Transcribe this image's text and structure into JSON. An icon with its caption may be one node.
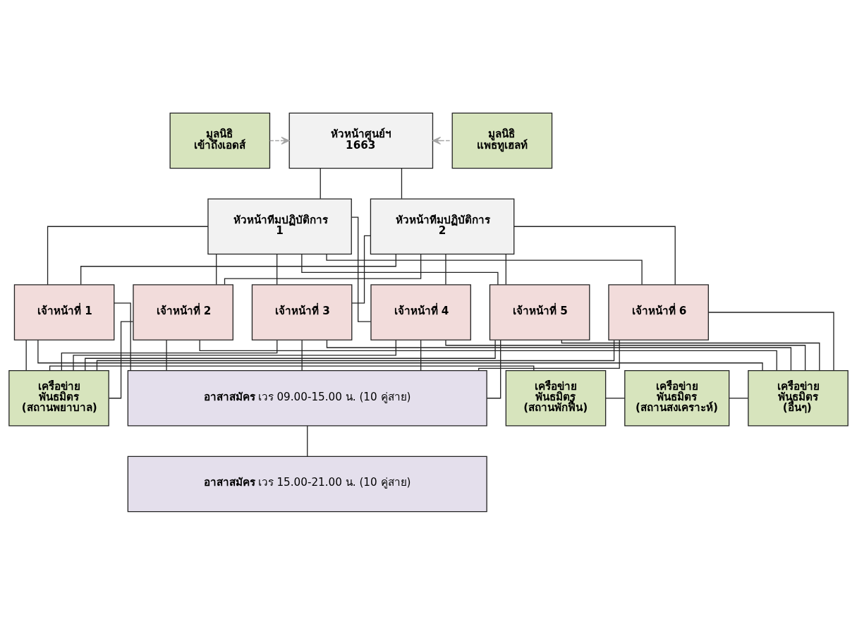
{
  "diagram": {
    "nodes": [
      {
        "text": [
          "มูลนิธิ เข้าถึงเอดส์"
        ]
      },
      {
        "text": [
          "หัวหน้าศูนย์ฯ 1663"
        ]
      },
      {
        "text": [
          "มูลนิธิ แพธทูเฮลท์"
        ]
      },
      {
        "text": [
          "หัวหน้าทีมปฏิบัติการ 1"
        ]
      },
      {
        "text": [
          "หัวหน้าทีมปฏิบัติการ 2"
        ]
      },
      {
        "text": [
          "เจ้าหน้าที่ 1"
        ]
      },
      {
        "text": [
          "เจ้าหน้าที่ 2"
        ]
      },
      {
        "text": [
          "เจ้าหน้าที่ 3"
        ]
      },
      {
        "text": [
          "เจ้าหน้าที่ 4"
        ]
      },
      {
        "text": [
          "เจ้าหน้าที่ 5"
        ]
      },
      {
        "text": [
          "เจ้าหน้าที่ 6"
        ]
      },
      {
        "text": [
          "**อาสาสมัคร** เวร 09.00-15.00 น. (10 คู่สาย)"
        ]
      },
      {
        "text": [
          "**อาสาสมัคร** เวร 15.00-21.00 น. (10 คู่สาย)"
        ]
      },
      {
        "text": [
          "เครือข่าย พันธมิตร (สถานพยาบาล)"
        ]
      },
      {
        "text": [
          "เครือข่าย พันธมิตร (สถานพักฟื้น)"
        ]
      },
      {
        "text": [
          "เครือข่าย พันธมิตร (สถานสงเคราะห์)"
        ]
      },
      {
        "text": [
          "เครือข่าย พันธมิตร (อื่นๆ)"
        ]
      }
    ],
    "edges": [
      {
        "from": 0,
        "to": 1,
        "arrow": "to",
        "style": "dashed",
        "color": "#a6a6a6"
      },
      {
        "from": 2,
        "to": 1,
        "arrow": "to",
        "style": "dashed",
        "color": "#a6a6a6"
      },
      {
        "from": 1,
        "to": 3,
        "arrow": "none"
      },
      {
        "from": 1,
        "to": 4,
        "arrow": "none"
      },
      {
        "from": 3,
        "to": 5,
        "arrow": "none"
      },
      {
        "from": 3,
        "to": 6,
        "arrow": "none"
      },
      {
        "from": 3,
        "to": 7,
        "arrow": "none"
      },
      {
        "from": 3,
        "to": 8,
        "arrow": "none"
      },
      {
        "from": 3,
        "to": 9,
        "arrow": "none"
      },
      {
        "from": 3,
        "to": 10,
        "arrow": "none"
      },
      {
        "from": 4,
        "to": 5,
        "arrow": "none"
      },
      {
        "from": 4,
        "to": 6,
        "arrow": "none"
      },
      {
        "from": 4,
        "to": 7,
        "arrow": "none"
      },
      {
        "from": 4,
        "to": 8,
        "arrow": "none"
      },
      {
        "from": 4,
        "to": 9,
        "arrow": "none"
      },
      {
        "from": 4,
        "to": 10,
        "arrow": "none"
      },
      {
        "from": 5,
        "to": 11,
        "arrow": "none"
      },
      {
        "from": 6,
        "to": 11,
        "arrow": "none"
      },
      {
        "from": 7,
        "to": 11,
        "arrow": "none"
      },
      {
        "from": 8,
        "to": 11,
        "arrow": "none"
      },
      {
        "from": 9,
        "to": 11,
        "arrow": "none"
      },
      {
        "from": 10,
        "to": 11,
        "arrow": "none"
      },
      {
        "from": 5,
        "to": 13,
        "arrow": "none"
      },
      {
        "from": 6,
        "to": 13,
        "arrow": "none"
      },
      {
        "from": 7,
        "to": 13,
        "arrow": "none"
      },
      {
        "from": 8,
        "to": 13,
        "arrow": "none"
      },
      {
        "from": 9,
        "to": 13,
        "arrow": "none"
      },
      {
        "from": 10,
        "to": 13,
        "arrow": "none"
      },
      {
        "from": 5,
        "to": 16,
        "arrow": "none"
      },
      {
        "from": 6,
        "to": 16,
        "arrow": "none"
      },
      {
        "from": 7,
        "to": 16,
        "arrow": "none"
      },
      {
        "from": 8,
        "to": 16,
        "arrow": "none"
      },
      {
        "from": 9,
        "to": 16,
        "arrow": "none"
      },
      {
        "from": 10,
        "to": 16,
        "arrow": "none"
      },
      {
        "from": 11,
        "to": 12,
        "arrow": "none"
      },
      {
        "from": 13,
        "to": 14,
        "arrow": "none"
      },
      {
        "from": 14,
        "to": 15,
        "arrow": "none"
      },
      {
        "from": 15,
        "to": 16,
        "arrow": "none"
      }
    ]
  }
}
